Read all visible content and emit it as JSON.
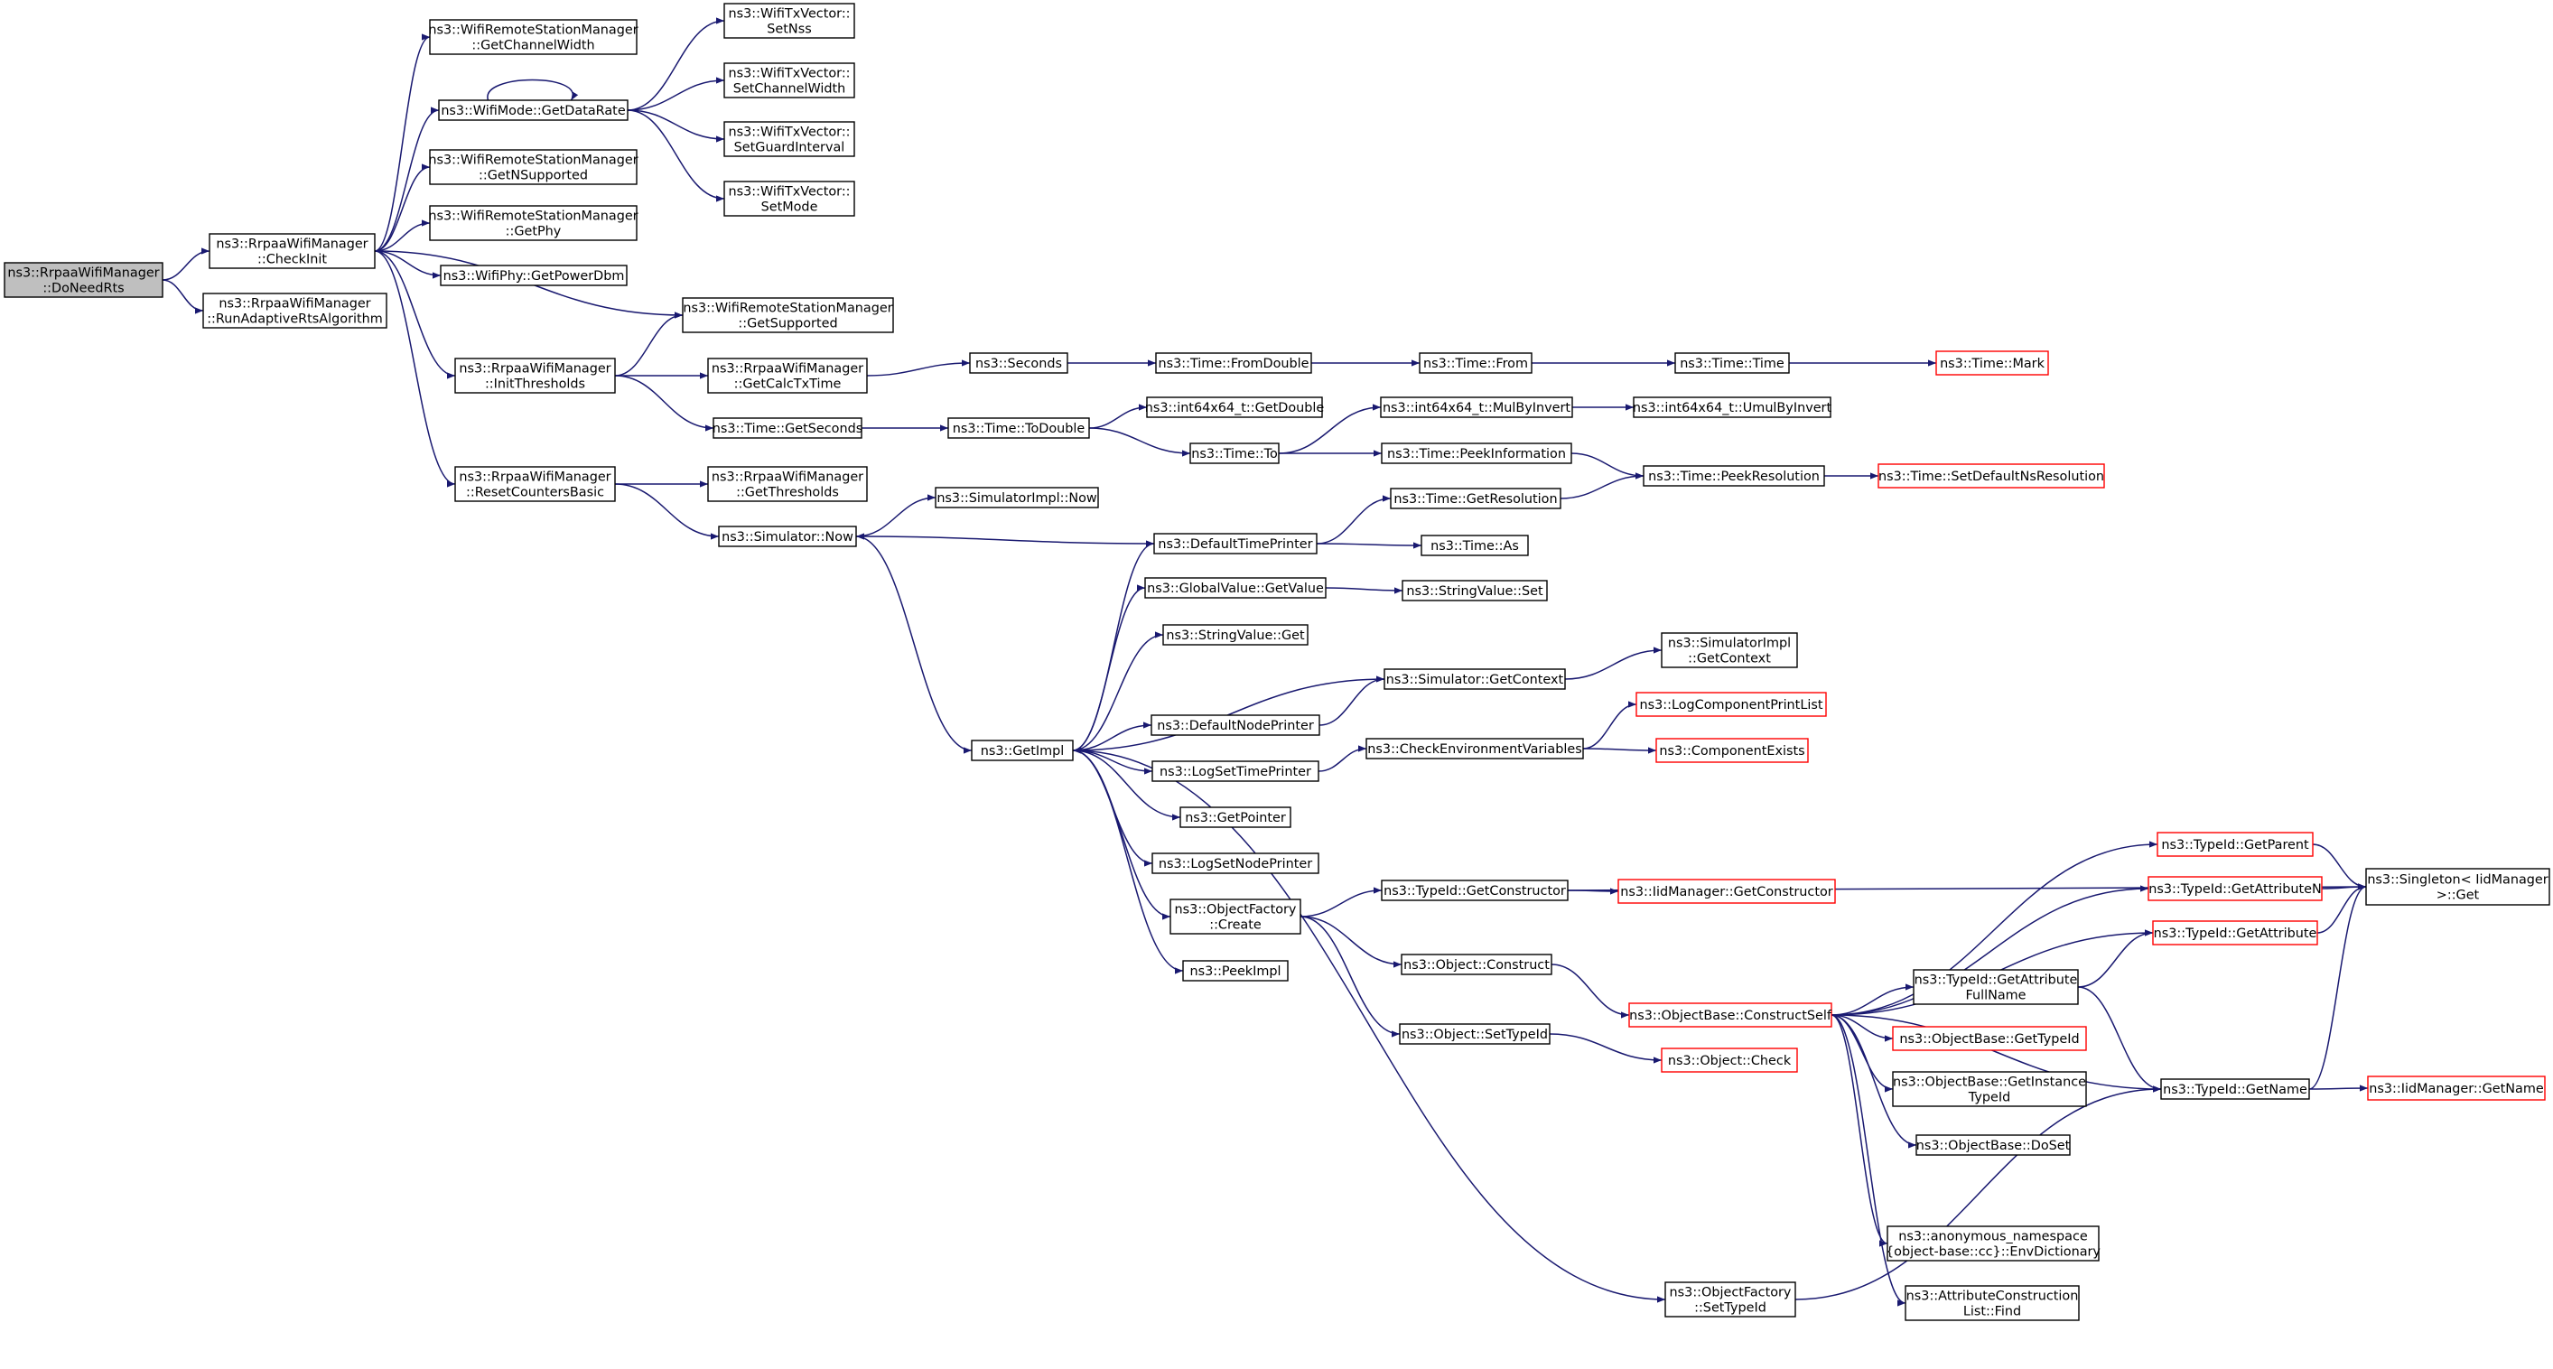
{
  "colors": {
    "edge": "#191970",
    "box_border": "#000000",
    "box_fill": "#ffffff",
    "root_fill": "#bfbfbf",
    "truncated_border": "#ff0000"
  },
  "nodes": [
    {
      "id": "DoNeedRts",
      "lines": [
        "ns3::RrpaaWifiManager",
        "::DoNeedRts"
      ],
      "root": true
    },
    {
      "id": "CheckInit",
      "lines": [
        "ns3::RrpaaWifiManager",
        "::CheckInit"
      ]
    },
    {
      "id": "RunAdaptiveRtsAlgorithm",
      "lines": [
        "ns3::RrpaaWifiManager",
        "::RunAdaptiveRtsAlgorithm"
      ]
    },
    {
      "id": "GetChannelWidth",
      "lines": [
        "ns3::WifiRemoteStationManager",
        "::GetChannelWidth"
      ]
    },
    {
      "id": "GetDataRate",
      "lines": [
        "ns3::WifiMode::GetDataRate"
      ]
    },
    {
      "id": "GetNSupported",
      "lines": [
        "ns3::WifiRemoteStationManager",
        "::GetNSupported"
      ]
    },
    {
      "id": "GetPhy",
      "lines": [
        "ns3::WifiRemoteStationManager",
        "::GetPhy"
      ]
    },
    {
      "id": "GetPowerDbm",
      "lines": [
        "ns3::WifiPhy::GetPowerDbm"
      ]
    },
    {
      "id": "GetSupported",
      "lines": [
        "ns3::WifiRemoteStationManager",
        "::GetSupported"
      ]
    },
    {
      "id": "InitThresholds",
      "lines": [
        "ns3::RrpaaWifiManager",
        "::InitThresholds"
      ]
    },
    {
      "id": "ResetCountersBasic",
      "lines": [
        "ns3::RrpaaWifiManager",
        "::ResetCountersBasic"
      ]
    },
    {
      "id": "SetNss",
      "lines": [
        "ns3::WifiTxVector::",
        "SetNss"
      ]
    },
    {
      "id": "SetChannelWidth",
      "lines": [
        "ns3::WifiTxVector::",
        "SetChannelWidth"
      ]
    },
    {
      "id": "SetGuardInterval",
      "lines": [
        "ns3::WifiTxVector::",
        "SetGuardInterval"
      ]
    },
    {
      "id": "SetMode",
      "lines": [
        "ns3::WifiTxVector::",
        "SetMode"
      ]
    },
    {
      "id": "GetCalcTxTime",
      "lines": [
        "ns3::RrpaaWifiManager",
        "::GetCalcTxTime"
      ]
    },
    {
      "id": "GetSeconds",
      "lines": [
        "ns3::Time::GetSeconds"
      ]
    },
    {
      "id": "GetThresholds",
      "lines": [
        "ns3::RrpaaWifiManager",
        "::GetThresholds"
      ]
    },
    {
      "id": "SimulatorNow",
      "lines": [
        "ns3::Simulator::Now"
      ]
    },
    {
      "id": "Seconds",
      "lines": [
        "ns3::Seconds"
      ]
    },
    {
      "id": "FromDouble",
      "lines": [
        "ns3::Time::FromDouble"
      ]
    },
    {
      "id": "TimeFrom",
      "lines": [
        "ns3::Time::From"
      ]
    },
    {
      "id": "TimeTime",
      "lines": [
        "ns3::Time::Time"
      ]
    },
    {
      "id": "TimeMark",
      "lines": [
        "ns3::Time::Mark"
      ],
      "truncated": true
    },
    {
      "id": "ToDouble",
      "lines": [
        "ns3::Time::ToDouble"
      ]
    },
    {
      "id": "Int64GetDouble",
      "lines": [
        "ns3::int64x64_t::GetDouble"
      ]
    },
    {
      "id": "TimeTo",
      "lines": [
        "ns3::Time::To"
      ]
    },
    {
      "id": "MulByInvert",
      "lines": [
        "ns3::int64x64_t::MulByInvert"
      ]
    },
    {
      "id": "UmulByInvert",
      "lines": [
        "ns3::int64x64_t::UmulByInvert"
      ]
    },
    {
      "id": "PeekInformation",
      "lines": [
        "ns3::Time::PeekInformation"
      ]
    },
    {
      "id": "PeekResolution",
      "lines": [
        "ns3::Time::PeekResolution"
      ]
    },
    {
      "id": "SetDefaultNsResolution",
      "lines": [
        "ns3::Time::SetDefaultNsResolution"
      ],
      "truncated": true
    },
    {
      "id": "SimImplNow",
      "lines": [
        "ns3::SimulatorImpl::Now"
      ]
    },
    {
      "id": "DefaultTimePrinter",
      "lines": [
        "ns3::DefaultTimePrinter"
      ]
    },
    {
      "id": "GetResolution",
      "lines": [
        "ns3::Time::GetResolution"
      ]
    },
    {
      "id": "TimeAs",
      "lines": [
        "ns3::Time::As"
      ]
    },
    {
      "id": "GlobalGetValue",
      "lines": [
        "ns3::GlobalValue::GetValue"
      ]
    },
    {
      "id": "StringValueSet",
      "lines": [
        "ns3::StringValue::Set"
      ]
    },
    {
      "id": "StringValueGet",
      "lines": [
        "ns3::StringValue::Get"
      ]
    },
    {
      "id": "SimGetContext",
      "lines": [
        "ns3::Simulator::GetContext"
      ]
    },
    {
      "id": "SimImplGetContext",
      "lines": [
        "ns3::SimulatorImpl",
        "::GetContext"
      ]
    },
    {
      "id": "GetImpl",
      "lines": [
        "ns3::GetImpl"
      ]
    },
    {
      "id": "DefaultNodePrinter",
      "lines": [
        "ns3::DefaultNodePrinter"
      ]
    },
    {
      "id": "LogComponentPrintList",
      "lines": [
        "ns3::LogComponentPrintList"
      ],
      "truncated": true
    },
    {
      "id": "CheckEnvVars",
      "lines": [
        "ns3::CheckEnvironmentVariables"
      ]
    },
    {
      "id": "ComponentExists",
      "lines": [
        "ns3::ComponentExists"
      ],
      "truncated": true
    },
    {
      "id": "LogSetTimePrinter",
      "lines": [
        "ns3::LogSetTimePrinter"
      ]
    },
    {
      "id": "GetPointer",
      "lines": [
        "ns3::GetPointer"
      ]
    },
    {
      "id": "LogSetNodePrinter",
      "lines": [
        "ns3::LogSetNodePrinter"
      ]
    },
    {
      "id": "ObjFactoryCreate",
      "lines": [
        "ns3::ObjectFactory",
        "::Create"
      ]
    },
    {
      "id": "PeekImpl",
      "lines": [
        "ns3::PeekImpl"
      ]
    },
    {
      "id": "GetConstructor",
      "lines": [
        "ns3::TypeId::GetConstructor"
      ]
    },
    {
      "id": "IidGetConstructor",
      "lines": [
        "ns3::IidManager::GetConstructor"
      ],
      "truncated": true
    },
    {
      "id": "ObjectConstruct",
      "lines": [
        "ns3::Object::Construct"
      ]
    },
    {
      "id": "ObjectSetTypeId",
      "lines": [
        "ns3::Object::SetTypeId"
      ]
    },
    {
      "id": "ConstructSelf",
      "lines": [
        "ns3::ObjectBase::ConstructSelf"
      ],
      "truncated": true
    },
    {
      "id": "ObjectCheck",
      "lines": [
        "ns3::Object::Check"
      ],
      "truncated": true
    },
    {
      "id": "TypeIdGetParent",
      "lines": [
        "ns3::TypeId::GetParent"
      ],
      "truncated": true
    },
    {
      "id": "TypeIdGetAttributeN",
      "lines": [
        "ns3::TypeId::GetAttributeN"
      ],
      "truncated": true
    },
    {
      "id": "TypeIdGetAttribute",
      "lines": [
        "ns3::TypeId::GetAttribute"
      ],
      "truncated": true
    },
    {
      "id": "SingletonGet",
      "lines": [
        "ns3::Singleton< IidManager",
        ">::Get"
      ]
    },
    {
      "id": "GetAttributeFullName",
      "lines": [
        "ns3::TypeId::GetAttribute",
        "FullName"
      ]
    },
    {
      "id": "ObjBaseGetTypeId",
      "lines": [
        "ns3::ObjectBase::GetTypeId"
      ],
      "truncated": true
    },
    {
      "id": "GetInstanceTypeId",
      "lines": [
        "ns3::ObjectBase::GetInstance",
        "TypeId"
      ]
    },
    {
      "id": "TypeIdGetName",
      "lines": [
        "ns3::TypeId::GetName"
      ]
    },
    {
      "id": "IidGetName",
      "lines": [
        "ns3::IidManager::GetName"
      ],
      "truncated": true
    },
    {
      "id": "DoSet",
      "lines": [
        "ns3::ObjectBase::DoSet"
      ]
    },
    {
      "id": "EnvDictionary",
      "lines": [
        "ns3::anonymous_namespace",
        "{object-base::cc}::EnvDictionary"
      ]
    },
    {
      "id": "ObjFactorySetTypeId",
      "lines": [
        "ns3::ObjectFactory",
        "::SetTypeId"
      ]
    },
    {
      "id": "AttrConstructionFind",
      "lines": [
        "ns3::AttributeConstruction",
        "List::Find"
      ]
    }
  ],
  "edges": [
    [
      "DoNeedRts",
      "CheckInit"
    ],
    [
      "DoNeedRts",
      "RunAdaptiveRtsAlgorithm"
    ],
    [
      "CheckInit",
      "GetChannelWidth"
    ],
    [
      "CheckInit",
      "GetDataRate"
    ],
    [
      "CheckInit",
      "GetNSupported"
    ],
    [
      "CheckInit",
      "GetPhy"
    ],
    [
      "CheckInit",
      "GetPowerDbm"
    ],
    [
      "CheckInit",
      "GetSupported"
    ],
    [
      "CheckInit",
      "InitThresholds"
    ],
    [
      "CheckInit",
      "ResetCountersBasic"
    ],
    [
      "GetDataRate",
      "GetDataRate"
    ],
    [
      "GetDataRate",
      "SetNss"
    ],
    [
      "GetDataRate",
      "SetChannelWidth"
    ],
    [
      "GetDataRate",
      "SetGuardInterval"
    ],
    [
      "GetDataRate",
      "SetMode"
    ],
    [
      "InitThresholds",
      "GetSupported"
    ],
    [
      "InitThresholds",
      "GetCalcTxTime"
    ],
    [
      "InitThresholds",
      "GetSeconds"
    ],
    [
      "ResetCountersBasic",
      "GetThresholds"
    ],
    [
      "ResetCountersBasic",
      "SimulatorNow"
    ],
    [
      "GetCalcTxTime",
      "Seconds"
    ],
    [
      "Seconds",
      "FromDouble"
    ],
    [
      "FromDouble",
      "TimeFrom"
    ],
    [
      "TimeFrom",
      "TimeTime"
    ],
    [
      "TimeTime",
      "TimeMark"
    ],
    [
      "GetSeconds",
      "ToDouble"
    ],
    [
      "ToDouble",
      "Int64GetDouble"
    ],
    [
      "ToDouble",
      "TimeTo"
    ],
    [
      "TimeTo",
      "MulByInvert"
    ],
    [
      "TimeTo",
      "PeekInformation"
    ],
    [
      "MulByInvert",
      "UmulByInvert"
    ],
    [
      "PeekInformation",
      "PeekResolution"
    ],
    [
      "PeekResolution",
      "SetDefaultNsResolution"
    ],
    [
      "SimulatorNow",
      "SimImplNow"
    ],
    [
      "SimulatorNow",
      "GetImpl"
    ],
    [
      "DefaultTimePrinter",
      "SimulatorNow"
    ],
    [
      "DefaultTimePrinter",
      "GetResolution"
    ],
    [
      "DefaultTimePrinter",
      "TimeAs"
    ],
    [
      "GetResolution",
      "PeekResolution"
    ],
    [
      "GlobalGetValue",
      "StringValueSet"
    ],
    [
      "SimGetContext",
      "SimImplGetContext"
    ],
    [
      "SimGetContext",
      "GetImpl"
    ],
    [
      "DefaultNodePrinter",
      "SimGetContext"
    ],
    [
      "GetImpl",
      "DefaultTimePrinter"
    ],
    [
      "GetImpl",
      "GlobalGetValue"
    ],
    [
      "GetImpl",
      "StringValueGet"
    ],
    [
      "GetImpl",
      "DefaultNodePrinter"
    ],
    [
      "GetImpl",
      "LogSetTimePrinter"
    ],
    [
      "GetImpl",
      "GetPointer"
    ],
    [
      "GetImpl",
      "LogSetNodePrinter"
    ],
    [
      "GetImpl",
      "ObjFactoryCreate"
    ],
    [
      "GetImpl",
      "PeekImpl"
    ],
    [
      "GetImpl",
      "ObjFactorySetTypeId"
    ],
    [
      "LogSetTimePrinter",
      "CheckEnvVars"
    ],
    [
      "CheckEnvVars",
      "LogComponentPrintList"
    ],
    [
      "CheckEnvVars",
      "ComponentExists"
    ],
    [
      "ObjFactoryCreate",
      "GetConstructor"
    ],
    [
      "ObjFactoryCreate",
      "ObjectConstruct"
    ],
    [
      "ObjFactoryCreate",
      "ObjectSetTypeId"
    ],
    [
      "GetConstructor",
      "IidGetConstructor"
    ],
    [
      "GetConstructor",
      "SingletonGet"
    ],
    [
      "ObjectConstruct",
      "ConstructSelf"
    ],
    [
      "ObjectSetTypeId",
      "ObjectCheck"
    ],
    [
      "ConstructSelf",
      "TypeIdGetParent"
    ],
    [
      "ConstructSelf",
      "TypeIdGetAttributeN"
    ],
    [
      "ConstructSelf",
      "TypeIdGetAttribute"
    ],
    [
      "ConstructSelf",
      "GetAttributeFullName"
    ],
    [
      "ConstructSelf",
      "ObjBaseGetTypeId"
    ],
    [
      "ConstructSelf",
      "GetInstanceTypeId"
    ],
    [
      "ConstructSelf",
      "DoSet"
    ],
    [
      "ConstructSelf",
      "TypeIdGetName"
    ],
    [
      "ConstructSelf",
      "EnvDictionary"
    ],
    [
      "ConstructSelf",
      "AttrConstructionFind"
    ],
    [
      "TypeIdGetParent",
      "SingletonGet"
    ],
    [
      "TypeIdGetAttributeN",
      "SingletonGet"
    ],
    [
      "TypeIdGetAttribute",
      "SingletonGet"
    ],
    [
      "GetAttributeFullName",
      "TypeIdGetAttribute"
    ],
    [
      "GetAttributeFullName",
      "TypeIdGetName"
    ],
    [
      "TypeIdGetName",
      "SingletonGet"
    ],
    [
      "TypeIdGetName",
      "IidGetName"
    ],
    [
      "ObjFactorySetTypeId",
      "TypeIdGetName"
    ]
  ]
}
